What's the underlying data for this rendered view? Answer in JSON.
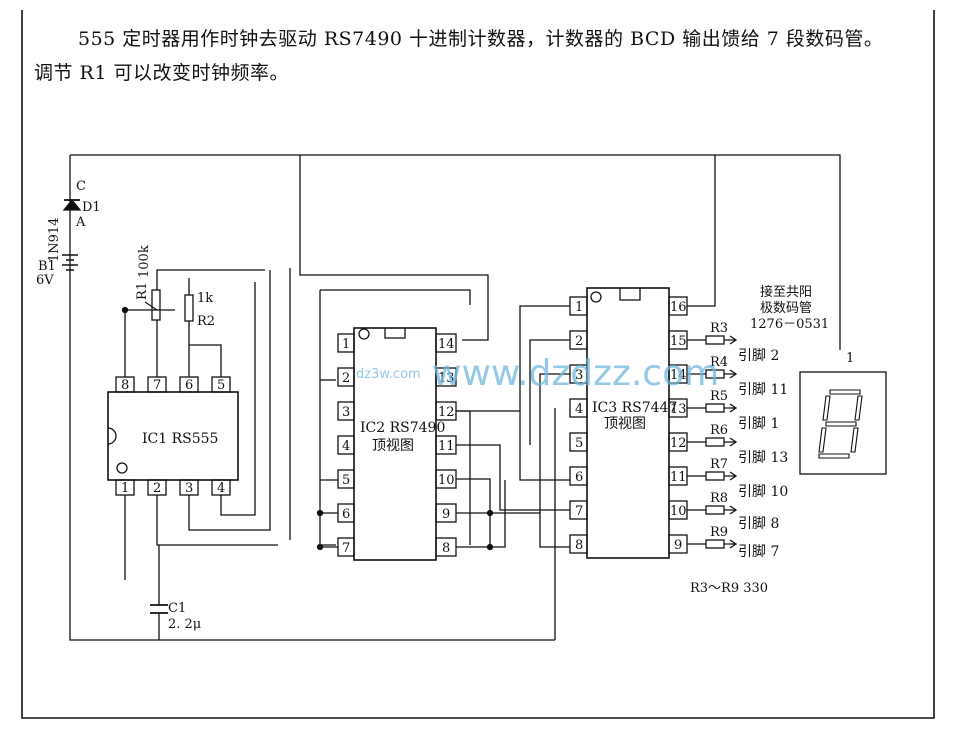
{
  "description": {
    "line1": "555 定时器用作时钟去驱动 RS7490 十进制计数器，计数器的 BCD 输出馈给 7 段数码管。",
    "line2": "调节 R1 可以改变时钟频率。"
  },
  "components": {
    "diode": {
      "name": "D1",
      "part": "1N914",
      "cathode": "C",
      "anode": "A"
    },
    "battery": {
      "name": "B1",
      "voltage": "6V"
    },
    "r1": {
      "name": "R1",
      "value": "100k"
    },
    "r2": {
      "name": "R2",
      "value": "1k"
    },
    "c1": {
      "name": "C1",
      "value": "2. 2μ"
    },
    "ic1": {
      "label": "IC1 RS555"
    },
    "ic2": {
      "label": "IC2 RS7490",
      "view": "顶视图"
    },
    "ic3": {
      "label": "IC3 RS7447",
      "view": "顶视图"
    },
    "resistor_range": "R3～R9 330",
    "display_note": [
      "接至共阳",
      "极数码管",
      "1276－0531"
    ],
    "display_number": "1"
  },
  "outputs": [
    {
      "resistor": "R3",
      "label": "引脚 2"
    },
    {
      "resistor": "R4",
      "label": "引脚 11"
    },
    {
      "resistor": "R5",
      "label": "引脚 1"
    },
    {
      "resistor": "R6",
      "label": "引脚 13"
    },
    {
      "resistor": "R7",
      "label": "引脚 10"
    },
    {
      "resistor": "R8",
      "label": "引脚 8"
    },
    {
      "resistor": "R9",
      "label": "引脚 7"
    }
  ],
  "watermark": {
    "main": "www.dzdzz.com",
    "sub": "dz3w.com"
  }
}
